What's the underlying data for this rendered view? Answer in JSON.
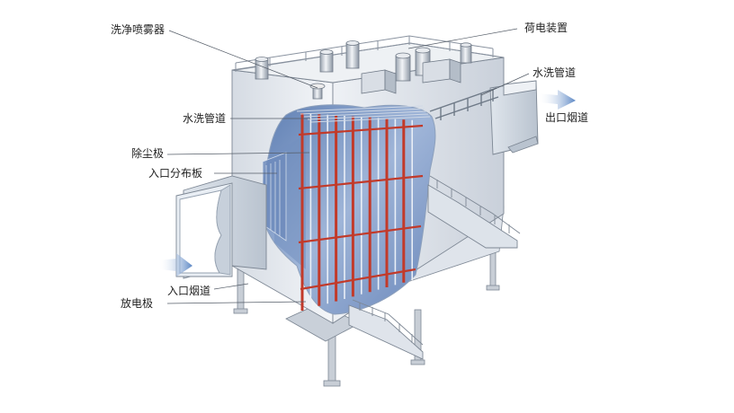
{
  "labels": {
    "wash_sprayer": "洗净喷雾器",
    "charging_device": "荷电装置",
    "water_pipe_right": "水洗管道",
    "outlet_flue": "出口烟道",
    "water_pipe_left": "水洗管道",
    "dust_plate": "除尘极",
    "inlet_distribution_plate": "入口分布板",
    "inlet_flue": "入口烟道",
    "discharge_electrode": "放电极"
  },
  "colors": {
    "accent_red": "#c23a2a",
    "steel": "#d4dae2",
    "interior_blue": "#7c9bc6",
    "airflow_blue": "#5a86c4"
  }
}
